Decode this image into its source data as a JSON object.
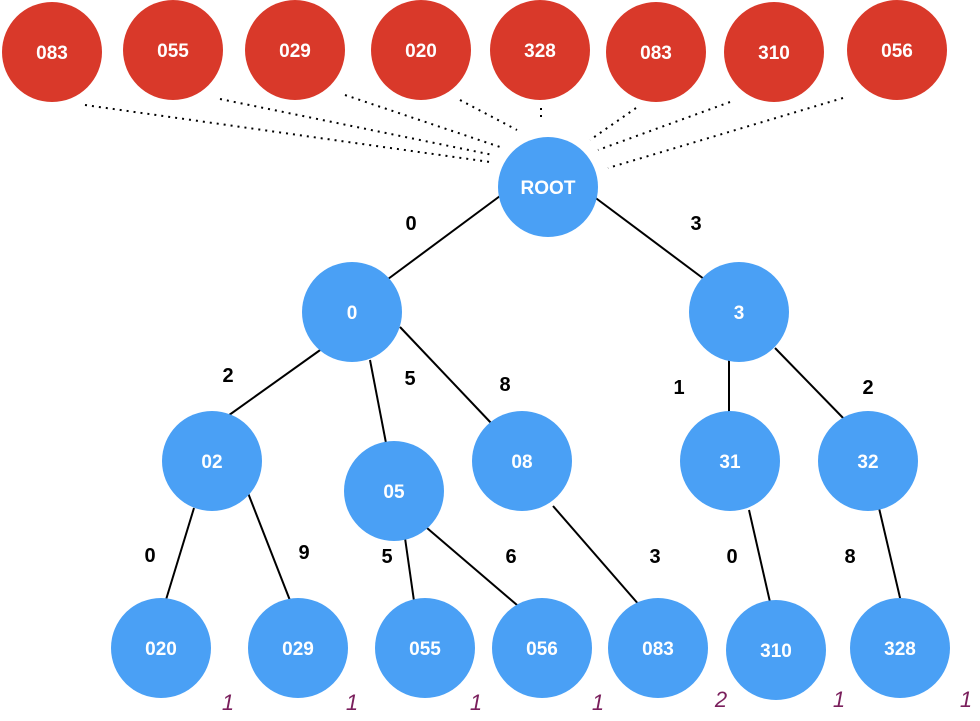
{
  "colors": {
    "input_node": "#d9392a",
    "trie_node": "#4aa0f5",
    "count": "#7a1f5c"
  },
  "inputs": [
    "083",
    "055",
    "029",
    "020",
    "328",
    "083",
    "310",
    "056"
  ],
  "root": "ROOT",
  "level1": [
    "0",
    "3"
  ],
  "level2": [
    "02",
    "05",
    "08",
    "31",
    "32"
  ],
  "leaves": [
    "020",
    "029",
    "055",
    "056",
    "083",
    "310",
    "328"
  ],
  "edge_labels": {
    "root_0": "0",
    "root_3": "3",
    "n0_02": "2",
    "n0_05": "5",
    "n0_08": "8",
    "n3_31": "1",
    "n3_32": "2",
    "n02_020": "0",
    "n02_029": "9",
    "n05_055": "5",
    "n05_056": "6",
    "n08_083": "3",
    "n31_310": "0",
    "n32_328": "8"
  },
  "counts": [
    "1",
    "1",
    "1",
    "1",
    "2",
    "1",
    "1"
  ]
}
